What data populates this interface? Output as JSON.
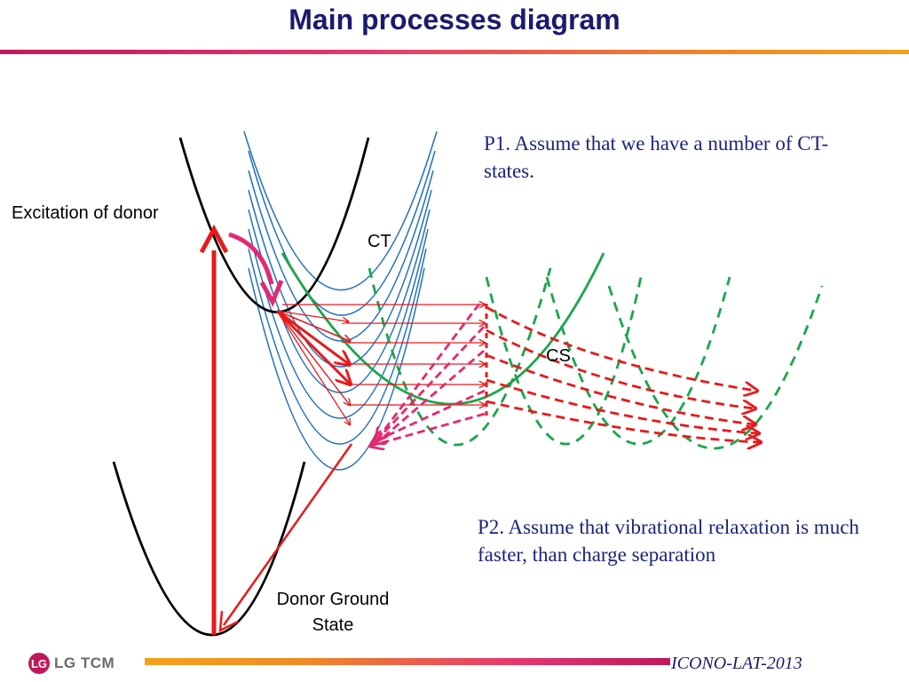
{
  "header": {
    "title": "Main processes diagram"
  },
  "notes": {
    "p1": "P1. Assume that we have a number of CT-states.",
    "p2": "P2. Assume that vibrational relaxation is much faster, than charge separation"
  },
  "labels": {
    "excitation": "Excitation of donor",
    "ct": "CT",
    "cs": "CS",
    "ground_line1": "Donor Ground",
    "ground_line2": "State"
  },
  "footer": {
    "logo_mark": "LG",
    "logo_text": "LG TCM",
    "conference": "ICONO-LAT-2013"
  },
  "colors": {
    "title": "#1a1a6e",
    "note_text": "#1a237e",
    "donor_curve": "#000000",
    "ct_curve": "#1f6fbf",
    "cs_curve": "#1aa64b",
    "transfer_arrow": "#e8191c",
    "relaxation_arrow": "#e5286f",
    "accent": "#c2185b"
  }
}
